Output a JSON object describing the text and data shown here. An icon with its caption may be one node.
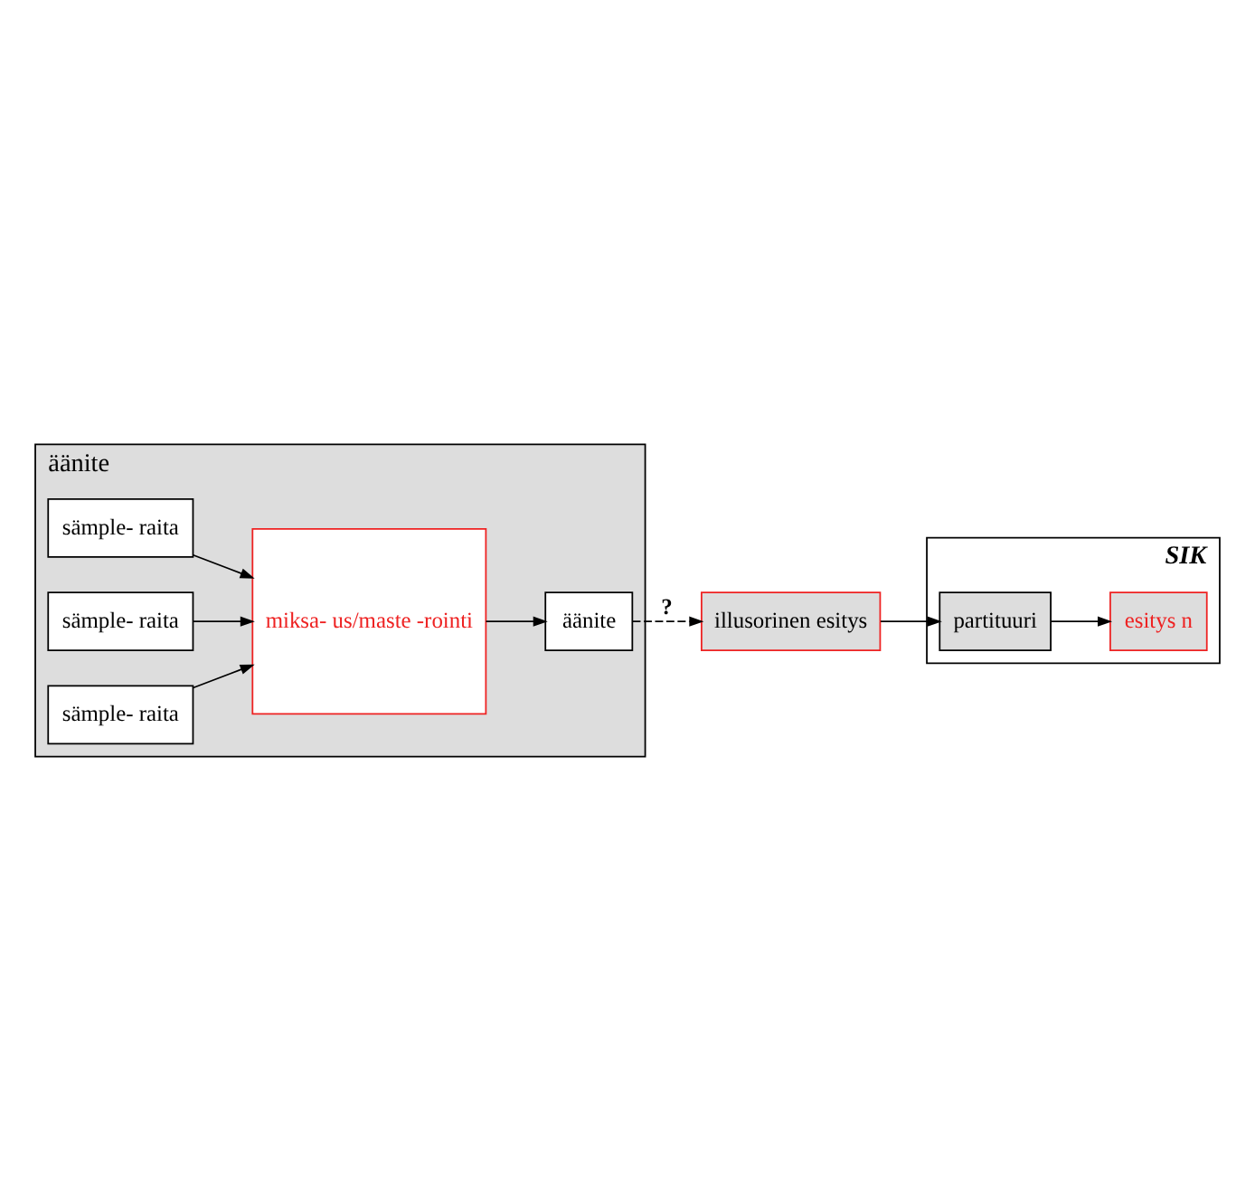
{
  "diagram": {
    "nodes": [
      {
        "text": [
          "äänite"
        ]
      },
      {
        "text": [
          "sämple- raita"
        ],
        "in": 0
      },
      {
        "text": [
          "sämple- raita"
        ],
        "in": 0
      },
      {
        "text": [
          "sämple- raita"
        ],
        "in": 0
      },
      {
        "text": [
          "miksa- us/maste -rointi"
        ],
        "in": 0
      },
      {
        "text": [
          "äänite"
        ],
        "in": 0
      },
      {
        "text": [
          "illusorinen esitys"
        ]
      },
      {
        "text": [
          "SIK"
        ]
      },
      {
        "text": [
          "partituuri"
        ],
        "in": 7
      },
      {
        "text": [
          "esitys n"
        ],
        "in": 7
      }
    ],
    "edges": [
      {
        "from": 1,
        "to": 4,
        "arrow": "to"
      },
      {
        "from": 2,
        "to": 4,
        "arrow": "to"
      },
      {
        "from": 3,
        "to": 4,
        "arrow": "to"
      },
      {
        "from": 4,
        "to": 5,
        "arrow": "to"
      },
      {
        "from": 5,
        "to": 6,
        "arrow": "to",
        "style": "dashed",
        "label": "?"
      },
      {
        "from": 6,
        "to": 8,
        "arrow": "to"
      },
      {
        "from": 8,
        "to": 9,
        "arrow": "to"
      }
    ]
  }
}
